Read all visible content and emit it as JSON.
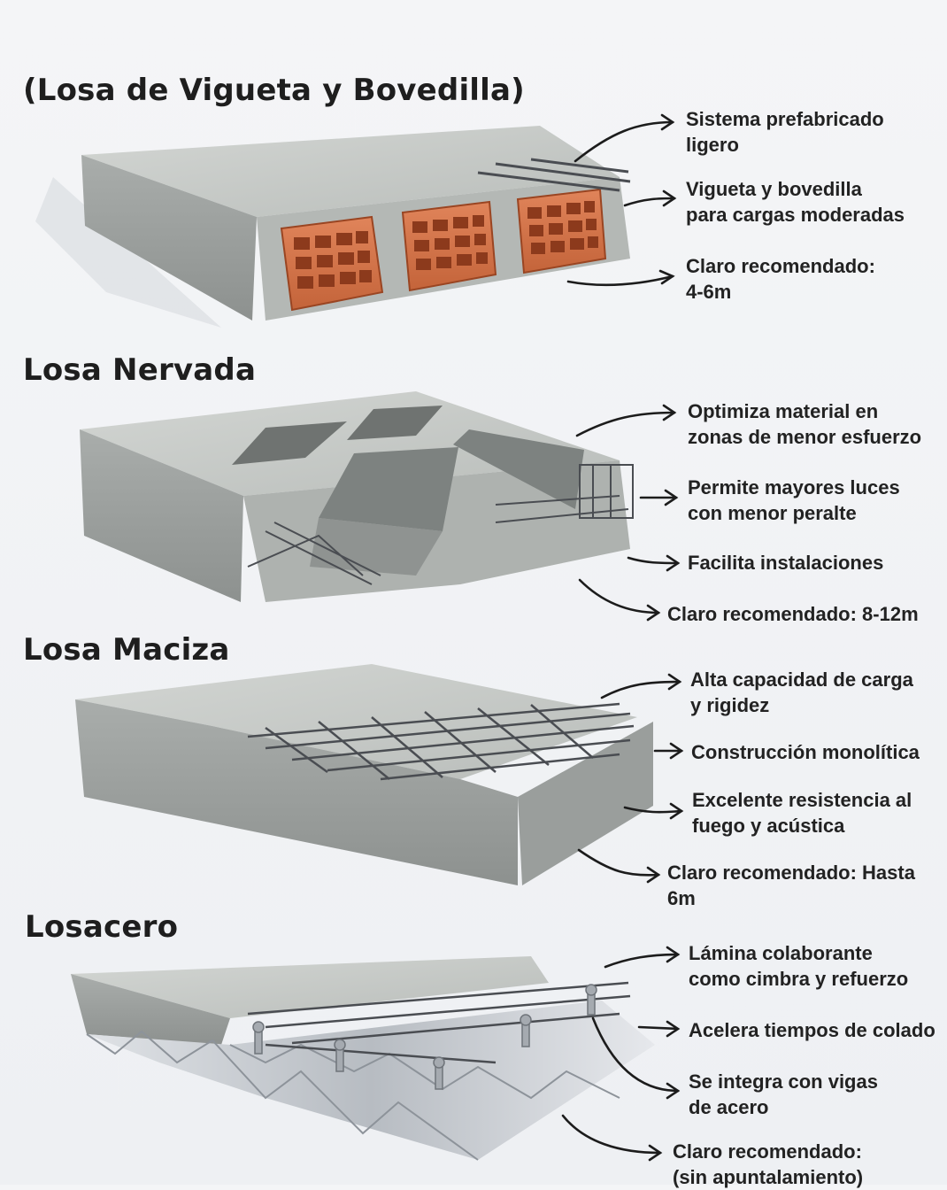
{
  "sections": [
    {
      "title": "(Losa de Vigueta y Bovedilla)",
      "notes": [
        {
          "l1": "Sistema prefabricado",
          "l2": "ligero"
        },
        {
          "l1": "Vigueta y bovedilla",
          "l2": "para cargas moderadas"
        },
        {
          "l1": "Claro recomendado:",
          "l2": "4-6m"
        }
      ]
    },
    {
      "title": "Losa Nervada",
      "notes": [
        {
          "l1": "Optimiza material en",
          "l2": "zonas de menor esfuerzo"
        },
        {
          "l1": "Permite mayores luces",
          "l2": "con menor peralte"
        },
        {
          "l1": "Facilita instalaciones",
          "l2": ""
        },
        {
          "l1": "Claro recomendado: 8-12m",
          "l2": ""
        }
      ]
    },
    {
      "title": "Losa Maciza",
      "notes": [
        {
          "l1": "Alta capacidad de carga",
          "l2": "y rigidez"
        },
        {
          "l1": "Construcción monolítica",
          "l2": ""
        },
        {
          "l1": "Excelente resistencia al",
          "l2": "fuego y acústica"
        },
        {
          "l1": "Claro recomendado: Hasta",
          "l2": "6m"
        }
      ]
    },
    {
      "title": "Losacero",
      "notes": [
        {
          "l1": "Lámina colaborante",
          "l2": "como cimbra y refuerzo"
        },
        {
          "l1": "Acelera tiempos de colado",
          "l2": ""
        },
        {
          "l1": "Se integra con vigas",
          "l2": "de acero"
        },
        {
          "l1": "Claro recomendado:",
          "l2": "(sin apuntalamiento)"
        }
      ]
    }
  ],
  "colors": {
    "concrete_top": "#c9ccc9",
    "concrete_side": "#a4a8a6",
    "concrete_dark": "#8a8e8c",
    "brick": "#d9774a",
    "brick_dark": "#8c3a1c",
    "steel": "#c7cbd0",
    "rebar": "#4a4d52"
  }
}
